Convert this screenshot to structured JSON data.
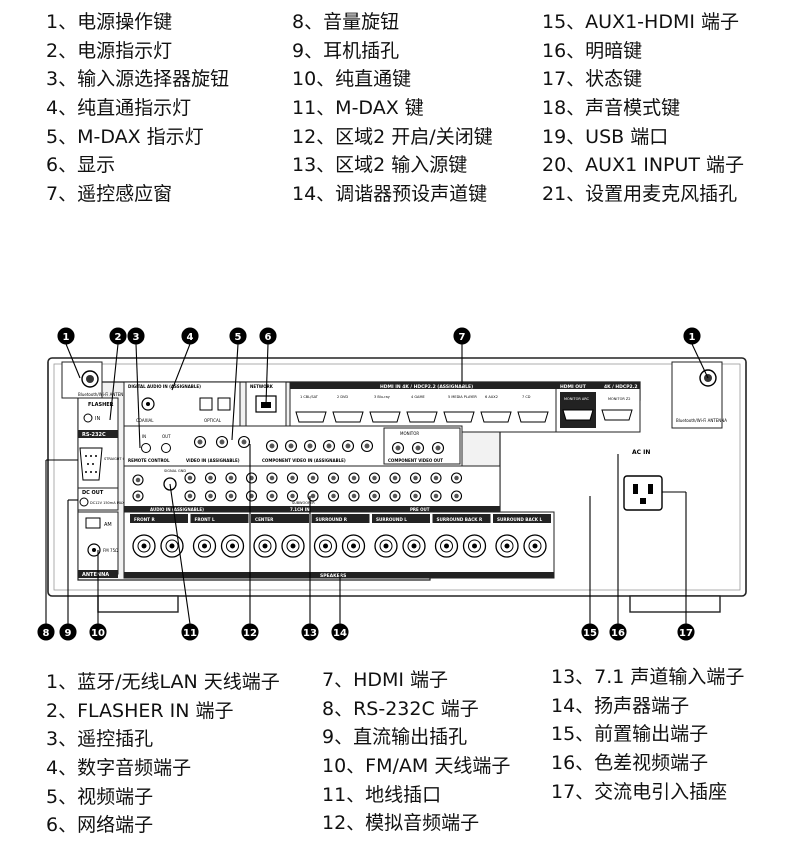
{
  "legend_top": [
    [
      "1、电源操作键",
      "2、电源指示灯",
      "3、输入源选择器旋钮",
      "4、纯直通指示灯",
      "5、M-DAX 指示灯",
      "6、显示",
      "7、遥控感应窗"
    ],
    [
      "8、音量旋钮",
      "9、耳机插孔",
      "10、纯直通键",
      "11、M-DAX 键",
      "12、区域2 开启/关闭键",
      "13、区域2 输入源键",
      "14、调谐器预设声道键"
    ],
    [
      "15、AUX1-HDMI 端子",
      "16、明暗键",
      "17、状态键",
      "18、声音模式键",
      "19、USB 端口",
      "20、AUX1 INPUT 端子",
      "21、设置用麦克风插孔"
    ]
  ],
  "legend_bottom": [
    [
      "1、蓝牙/无线LAN 天线端子",
      "2、FLASHER IN 端子",
      "3、遥控插孔",
      "4、数字音频端子",
      "5、视频端子",
      "6、网络端子"
    ],
    [
      "7、HDMI 端子",
      "8、RS-232C 端子",
      "9、直流输出插孔",
      "10、FM/AM 天线端子",
      "11、地线插口",
      "12、模拟音频端子"
    ],
    [
      "13、7.1 声道输入端子",
      "14、扬声器端子",
      "15、前置输出端子",
      "16、色差视频端子",
      "17、交流电引入插座"
    ]
  ],
  "callouts_top": [
    "1",
    "2",
    "3",
    "4",
    "5",
    "6",
    "7",
    "1"
  ],
  "callouts_bottom": [
    "8",
    "9",
    "10",
    "11",
    "12",
    "13",
    "14",
    "15",
    "16",
    "17"
  ],
  "panel": {
    "bt_antenna": "Bluetooth/Wi-Fi ANTENNA",
    "flasher": "FLASHER",
    "flasher_in": "IN",
    "rs232c": "RS-232C",
    "straight_cable": "STRAIGHT CABLE",
    "dc_out": "DC OUT",
    "dc_spec": "DC12V 150mA MAX.",
    "am": "AM",
    "fm": "FM 75Ω",
    "antenna": "ANTENNA",
    "digital_audio": "DIGITAL AUDIO IN (ASSIGNABLE)",
    "coaxial": "COAXIAL",
    "optical": "OPTICAL",
    "network": "NETWORK",
    "hdmi_in": "HDMI IN 4K / HDCP2.2 (ASSIGNABLE)",
    "hdmi_out": "HDMI OUT",
    "hdmi_out_4k": "4K / HDCP2.2",
    "monitor_arc": "MONITOR ARC",
    "monitor_z2": "MONITOR Z2",
    "hdmi_ports": [
      "1 CBL/SAT",
      "2 DVD",
      "3 Blu-ray",
      "4 GAME",
      "5 MEDIA PLAYER",
      "6 AUX2",
      "7 CD"
    ],
    "remote_control": "REMOTE CONTROL",
    "rc_in": "IN",
    "rc_out": "OUT",
    "video_in": "VIDEO IN (ASSIGNABLE)",
    "component_in": "COMPONENT VIDEO IN (ASSIGNABLE)",
    "component_out": "COMPONENT VIDEO OUT",
    "monitor": "MONITOR",
    "audio_in": "AUDIO IN (ASSIGNABLE)",
    "signal_gnd": "SIGNAL GND",
    "ch71_in": "7.1CH IN",
    "pre_out": "PRE OUT",
    "subwoofer": "SUBWOOFER",
    "ac_in": "AC IN",
    "speakers": "SPEAKERS",
    "speaker_groups": [
      "FRONT R",
      "FRONT L",
      "CENTER",
      "SURROUND R",
      "SURROUND L",
      "SURROUND BACK R",
      "SURROUND BACK L"
    ]
  }
}
